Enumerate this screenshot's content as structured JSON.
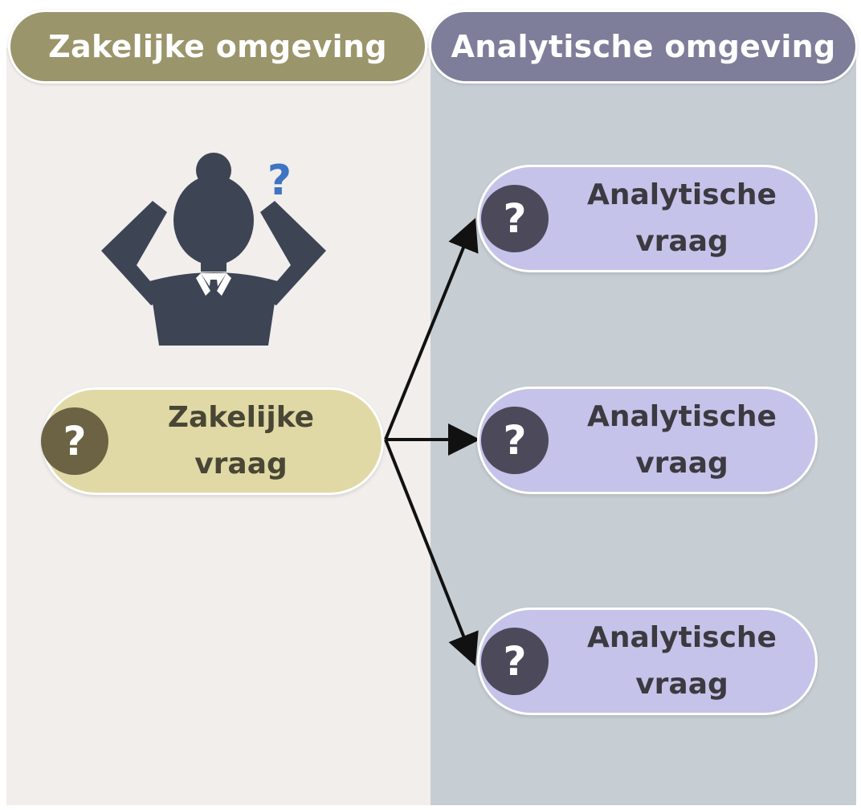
{
  "headers": {
    "business": "Zakelijke omgeving",
    "analytic": "Analytische omgeving"
  },
  "business_question": {
    "label": "Zakelijke\nvraag",
    "icon": "question-mark-icon"
  },
  "analytic_questions": [
    {
      "label": "Analytische\nvraag",
      "icon": "question-mark-icon"
    },
    {
      "label": "Analytische\nvraag",
      "icon": "question-mark-icon"
    },
    {
      "label": "Analytische\nvraag",
      "icon": "question-mark-icon"
    }
  ],
  "question_glyph": "?",
  "figure": {
    "icon": "confused-businessperson-icon",
    "glyph": "?"
  },
  "colors": {
    "business_header": "#9b956c",
    "analytic_header": "#7e7e9a",
    "business_pill": "#e0d9a5",
    "analytic_pill": "#c5c3e9",
    "figure": "#3d4554",
    "figure_question": "#3f74c3"
  }
}
